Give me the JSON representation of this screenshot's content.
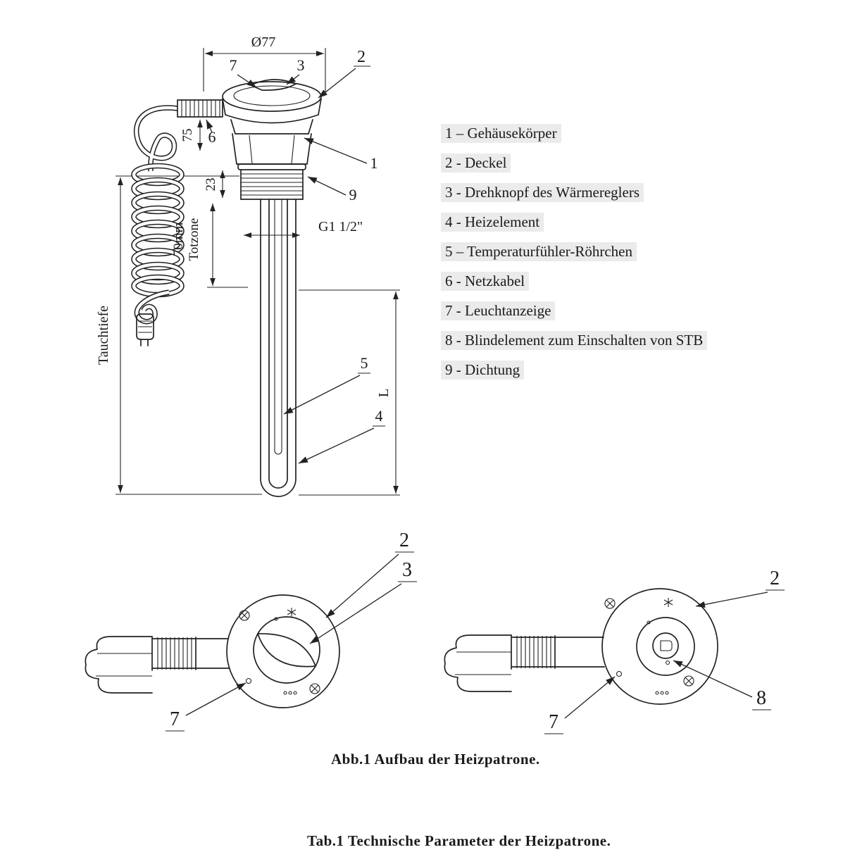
{
  "legend": {
    "items": [
      {
        "text": "1 – Gehäusekörper"
      },
      {
        "text": "2 - Deckel"
      },
      {
        "text": "3 - Drehknopf des Wärmereglers"
      },
      {
        "text": "4 - Heizelement"
      },
      {
        "text": "5 – Temperaturfühler-Röhrchen"
      },
      {
        "text": "6 - Netzkabel"
      },
      {
        "text": "7 - Leuchtanzeige"
      },
      {
        "text": "8 - Blindelement zum Einschalten von STB"
      },
      {
        "text": "9 - Dichtung"
      }
    ]
  },
  "dimensions": {
    "diameter": "Ø77",
    "gland_height": "75",
    "thread_height": "23",
    "deadzone_value": "70mm",
    "deadzone_label": "Totzone",
    "immersion_depth": "Tauchtiefe",
    "thread_size": "G1 1/2\"",
    "length": "L"
  },
  "callouts": {
    "n1": "1",
    "n2": "2",
    "n3": "3",
    "n4": "4",
    "n5": "5",
    "n6": "6",
    "n7": "7",
    "n8": "8",
    "n9": "9"
  },
  "captions": {
    "figure": "Abb.1 Aufbau der Heizpatrone.",
    "table": "Tab.1 Technische Parameter der Heizpatrone."
  }
}
